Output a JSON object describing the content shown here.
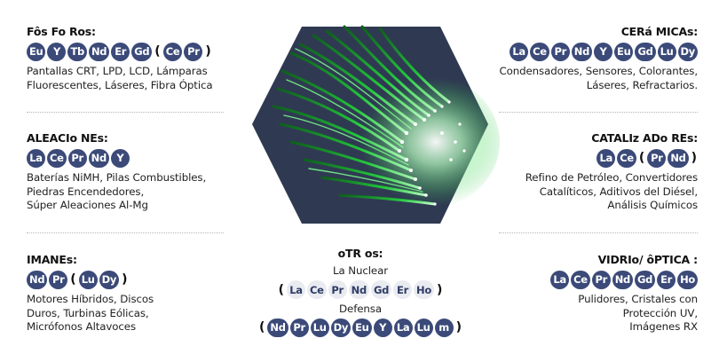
{
  "sections": {
    "fosforos": {
      "title": "Fôs Fo Ros:",
      "chips": [
        "Eu",
        "Y",
        "Tb",
        "Nd",
        "Er",
        "Gd"
      ],
      "paren_chips": [
        "Ce",
        "Pr"
      ],
      "description": [
        "Pantallas CRT, LPD, LCD, Lámparas",
        "Fluorescentes, Láseres, Fibra Óptica"
      ]
    },
    "ceramicas": {
      "title": "CERá MICAs:",
      "chips": [
        "La",
        "Ce",
        "Pr",
        "Nd",
        "Y",
        "Eu",
        "Gd",
        "Lu",
        "Dy"
      ],
      "description": [
        "Condensadores, Sensores, Colorantes,",
        "Láseres, Refractarios."
      ]
    },
    "aleaciones": {
      "title": "ALEACIo NEs:",
      "chips": [
        "La",
        "Ce",
        "Pr",
        "Nd",
        "Y"
      ],
      "description": [
        "Baterías NiMH, Pilas Combustibles,",
        "Piedras Encendedores,",
        "Súper Aleaciones Al-Mg"
      ]
    },
    "catalizadores": {
      "title": "CATALIz ADo REs:",
      "chips": [
        "La",
        "Ce"
      ],
      "paren_chips": [
        "Pr",
        "Nd"
      ],
      "description": [
        "Refino de Petróleo, Convertidores",
        "Catalíticos, Aditivos del Diésel,",
        "Análisis Químicos"
      ]
    },
    "imanes": {
      "title": "IMANEs:",
      "chips": [
        "Nd",
        "Pr"
      ],
      "paren_chips": [
        "Lu",
        "Dy"
      ],
      "description": [
        "Motores Híbridos, Discos",
        "Duros, Turbinas Eólicas,",
        "Micrófonos Altavoces"
      ]
    },
    "otros": {
      "title": "oTR os:",
      "nuclear_label": "La Nuclear",
      "nuclear_chips": [
        "La",
        "Ce",
        "Pr",
        "Nd",
        "Gd",
        "Er",
        "Ho"
      ],
      "defensa_label": "Defensa",
      "defensa_chips": [
        "Nd",
        "Pr",
        "Lu",
        "Dy",
        "Eu",
        "Y",
        "La",
        "Lu",
        "m"
      ]
    },
    "vidrio": {
      "title": "VIDRIo/ ôPTICA :",
      "chips": [
        "La",
        "Ce",
        "Pr",
        "Nd",
        "Gd",
        "Er",
        "Ho"
      ],
      "description": [
        "Pulidores, Cristales con",
        "Protección UV,",
        "Imágenes RX"
      ]
    }
  },
  "colors": {
    "chip": "#3b4a78",
    "chip_light": "#e9ebf1",
    "hexagon": "#2f3a52",
    "fiber": "#22c23a"
  },
  "hero": {
    "icon": "fiber-optic-hexagon-icon"
  }
}
